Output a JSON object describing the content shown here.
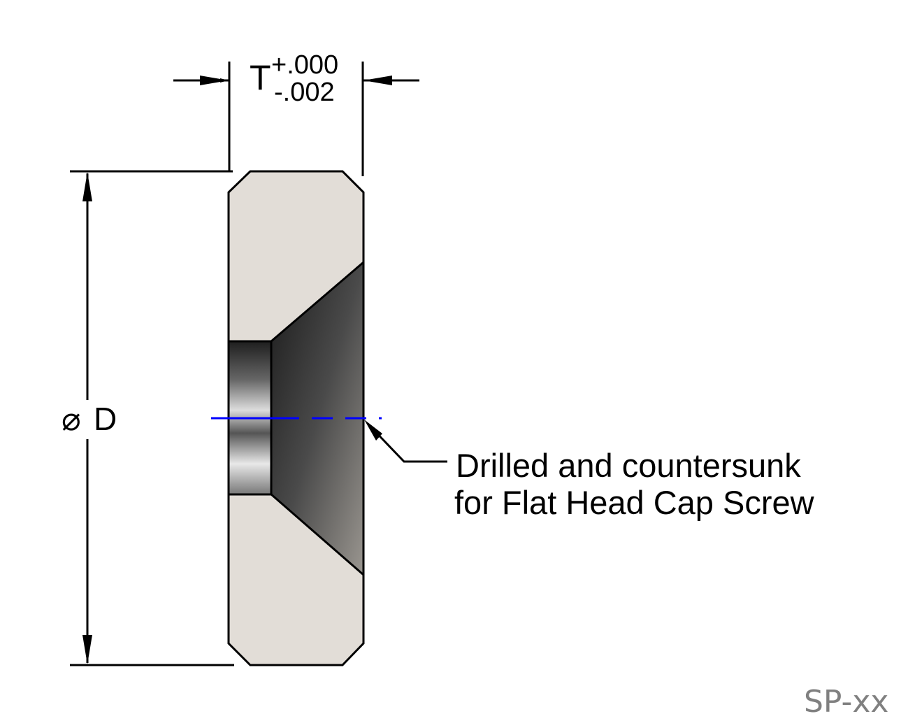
{
  "thickness": {
    "symbol": "T",
    "upper_tol": "+.000",
    "lower_tol": "-.002"
  },
  "diameter": {
    "symbol": "⌀",
    "label": "D"
  },
  "callout": {
    "line1": "Drilled and countersunk",
    "line2": "for Flat Head Cap Screw"
  },
  "part_number": "SP-xx",
  "colors": {
    "centerline": "#0000ff",
    "face": "#e2ddd7",
    "outline": "#000000",
    "part_number": "#808080"
  }
}
